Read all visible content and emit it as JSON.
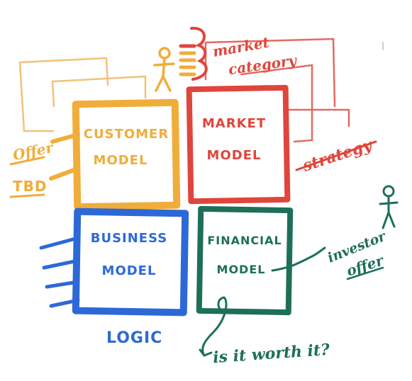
{
  "colors": {
    "customer": "#f0ad3a",
    "market": "#e0453b",
    "business": "#2d69d6",
    "financial": "#1d6f58"
  },
  "quadrants": {
    "customer": {
      "line1": "CUSTOMER",
      "line2": "MODEL"
    },
    "market": {
      "line1": "MARKET",
      "line2": "MODEL"
    },
    "business": {
      "line1": "BUSINESS",
      "line2": "MODEL"
    },
    "financial": {
      "line1": "FINANCIAL",
      "line2": "MODEL"
    }
  },
  "annotations": {
    "offer": "Offer",
    "tbd": "TBD",
    "market_category_line1": "market",
    "market_category_line2": "category",
    "strategy": "strategy",
    "logic": "LOGIC",
    "investor": "investor",
    "offer_investor": "offer",
    "worth_it": "is it worth it?"
  },
  "icons": [
    "stick-figure-icon",
    "stick-figure-icon",
    "bracket-icon",
    "arrow-icon"
  ]
}
